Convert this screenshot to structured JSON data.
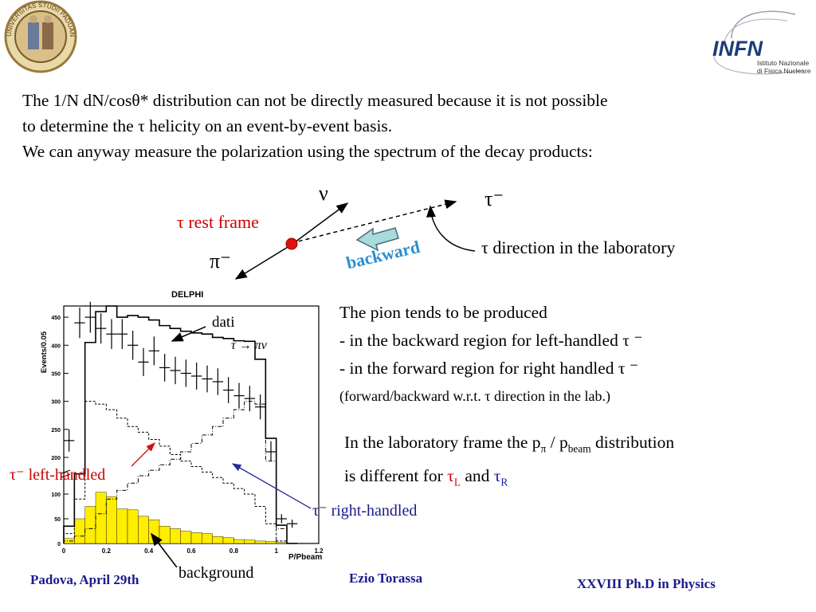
{
  "logos": {
    "padova_seal_text": "UNIVERSITAS STUDII PADUANI",
    "infn_mark": "INFN",
    "infn_line1": "Istituto Nazionale",
    "infn_line2": "di Fisica Nucleare"
  },
  "intro": {
    "line1": "The 1/N dN/cosθ* distribution can not be directly measured because it is not possible",
    "line2": "to determine the τ helicity on an event-by-event basis.",
    "line3": "We can anyway measure the polarization using the spectrum of the decay products:"
  },
  "diagram": {
    "nu": "ν",
    "tau_minus": "τ⁻",
    "pi_minus": "π⁻",
    "rest_frame": "τ rest frame",
    "backward": "backward",
    "lab_direction": "τ direction in the  laboratory"
  },
  "plot": {
    "experiment": "DELPHI",
    "ylabel": "Events/0.05",
    "xlabel": "P/Pbeam",
    "data_label": "dati",
    "decay": "τ → πν",
    "left_handled": "τ⁻ left-handled",
    "right_handled": "τ⁻  right-handled",
    "background": "background",
    "colors": {
      "background_fill": "#ffee00",
      "left_arrow": "#d01010",
      "right_arrow": "#2a2a9a"
    }
  },
  "chart_data": {
    "type": "bar",
    "title": "DELPHI",
    "xlabel": "P/Pbeam",
    "ylabel": "Events/0.05",
    "xlim": [
      0,
      1.2
    ],
    "x_ticks": [
      "0",
      "0.2",
      "0.4",
      "0.6",
      "0.8",
      "1",
      "1.2"
    ],
    "y_ticks_upper": [
      "200",
      "250",
      "300",
      "350",
      "400",
      "450"
    ],
    "y_ticks_lower": [
      "0",
      "50",
      "100"
    ],
    "x_centers": [
      0.025,
      0.075,
      0.125,
      0.175,
      0.225,
      0.275,
      0.325,
      0.375,
      0.425,
      0.475,
      0.525,
      0.575,
      0.625,
      0.675,
      0.725,
      0.775,
      0.825,
      0.875,
      0.925,
      0.975,
      1.025,
      1.075
    ],
    "series": [
      {
        "name": "dati",
        "values": [
          230,
          440,
          450,
          430,
          420,
          420,
          400,
          370,
          390,
          360,
          355,
          350,
          345,
          340,
          335,
          320,
          310,
          305,
          290,
          210,
          50,
          40
        ]
      },
      {
        "name": "left-handled",
        "values": [
          20,
          90,
          300,
          295,
          285,
          270,
          255,
          245,
          232,
          220,
          205,
          190,
          175,
          160,
          145,
          130,
          115,
          100,
          75,
          40,
          5,
          0
        ]
      },
      {
        "name": "right-handled",
        "values": [
          5,
          15,
          30,
          60,
          90,
          110,
          130,
          150,
          165,
          180,
          195,
          210,
          225,
          240,
          255,
          270,
          285,
          300,
          295,
          190,
          30,
          0
        ]
      },
      {
        "name": "background",
        "values": [
          10,
          50,
          75,
          105,
          95,
          70,
          68,
          55,
          48,
          35,
          30,
          25,
          22,
          20,
          14,
          12,
          8,
          7,
          5,
          4,
          2,
          0
        ]
      }
    ]
  },
  "pion_text": {
    "line1": "The pion tends to be produced",
    "line2": "- in the backward region for left-handled τ ⁻",
    "line3": "- in the forward region for right handled τ ⁻",
    "line4": "(forward/backward w.r.t. τ direction in the lab.)"
  },
  "lab_text": {
    "line1_a": "In the laboratory frame the  p",
    "line1_sub1": "π",
    "line1_b": " / p",
    "line1_sub2": "beam",
    "line1_c": " distribution",
    "line2_a": "is different for ",
    "tau_l": "τ",
    "tau_l_sub": "L",
    "and": " and ",
    "tau_r": "τ",
    "tau_r_sub": "R"
  },
  "footer": {
    "left": "Padova, April 29th",
    "center": "Ezio Torassa",
    "right": "XXVIII  Ph.D in Physics"
  }
}
